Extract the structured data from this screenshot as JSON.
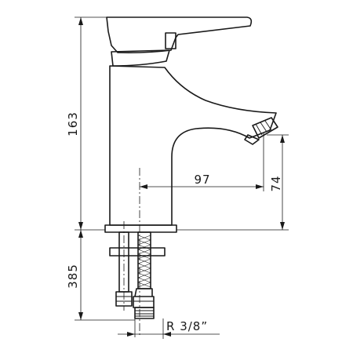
{
  "drawing": {
    "dimensions": {
      "total_height": "163",
      "spout_reach": "97",
      "spout_height": "74",
      "hose_length": "385",
      "thread": "R 3/8”"
    }
  }
}
